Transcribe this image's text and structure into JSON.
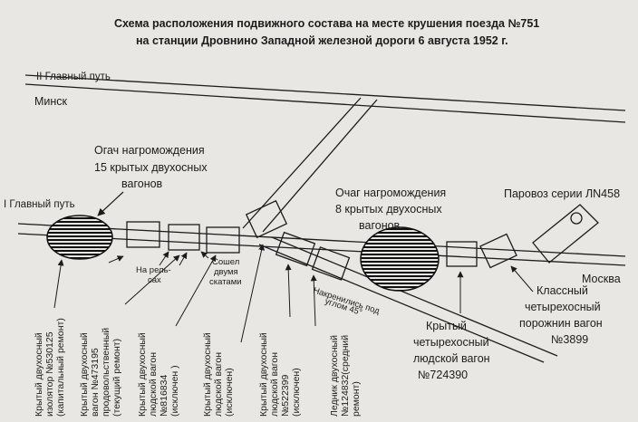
{
  "title": {
    "line1": "Схема расположения подвижного состава на месте крушения поезда №751",
    "line2": "на станции Дровнино Западной железной дороги 6 августа 1952 г."
  },
  "tracks": {
    "main2": "II Главный путь",
    "main1": "I Главный путь",
    "minsk": "Минск",
    "moscow": "Москва"
  },
  "foci": {
    "first": [
      "Огач нагромождения",
      "15 крытых двухосных",
      "вагонов"
    ],
    "second": [
      "Очаг нагромождения",
      "8 крытых двухосных",
      "вагонов"
    ]
  },
  "locomotive": "Паровоз серии ЛN458",
  "notes": {
    "on_rails": [
      "На рель-",
      "сах"
    ],
    "derailed": [
      "Сошел",
      "двумя",
      "скатами"
    ],
    "tilted": [
      "Накренились под",
      "углом 45°"
    ]
  },
  "captions": {
    "c1": [
      "Крытый двухосный",
      "изолятор №530125",
      "(капитальный ремонт)"
    ],
    "c2": [
      "Крытый двухосный",
      "вагон №473195",
      "продовольственный",
      "(текущий ремонт)"
    ],
    "c3": [
      "Крытый двухосный",
      "людской вагон",
      "№816834",
      "(исключен )"
    ],
    "c4": [
      "Крытый двухосный",
      "людской вагон",
      "(исключен)"
    ],
    "c5": [
      "Крытый двухосный",
      "людской вагон",
      "№522399",
      "(исключен)"
    ],
    "c6": [
      "Ледник двухосный",
      "№124832(средний",
      "ремонт)"
    ],
    "c7": [
      "Крытый",
      "четырехосный",
      "людской вагон",
      "№724390"
    ],
    "c8": [
      "Классный",
      "четырехосный",
      "порожнин вагон",
      "№3899"
    ]
  }
}
